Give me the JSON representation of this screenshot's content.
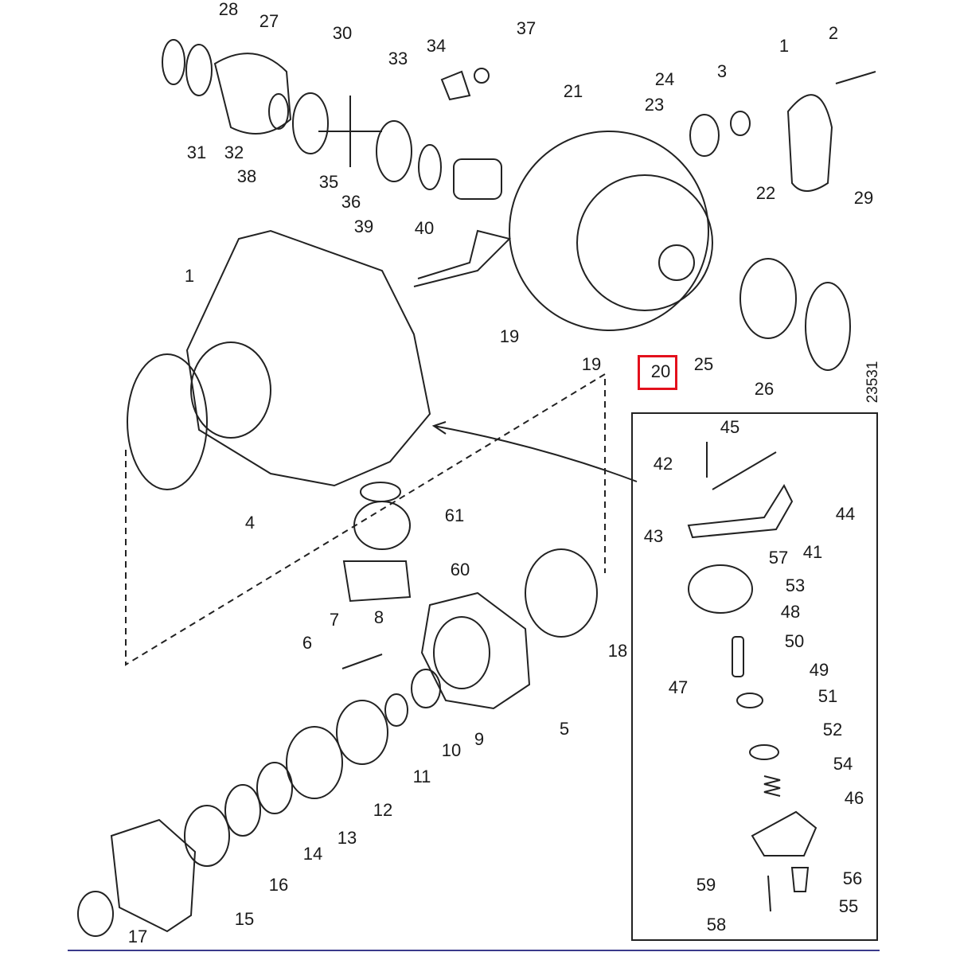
{
  "diagram": {
    "figure_number": "23531",
    "highlighted_part": "20",
    "callouts": [
      "28",
      "27",
      "30",
      "33",
      "34",
      "37",
      "21",
      "1",
      "2",
      "24",
      "3",
      "23",
      "22",
      "29",
      "31",
      "32",
      "38",
      "35",
      "36",
      "39",
      "40",
      "1",
      "19",
      "19",
      "20",
      "25",
      "26",
      "4",
      "61",
      "60",
      "7",
      "8",
      "6",
      "18",
      "5",
      "9",
      "10",
      "11",
      "12",
      "13",
      "14",
      "16",
      "15",
      "17",
      "45",
      "42",
      "44",
      "43",
      "41",
      "57",
      "53",
      "48",
      "50",
      "47",
      "49",
      "51",
      "52",
      "54",
      "46",
      "56",
      "59",
      "55",
      "58"
    ],
    "colors": {
      "highlight": "#e3101c",
      "line": "#1a1a1a"
    }
  }
}
